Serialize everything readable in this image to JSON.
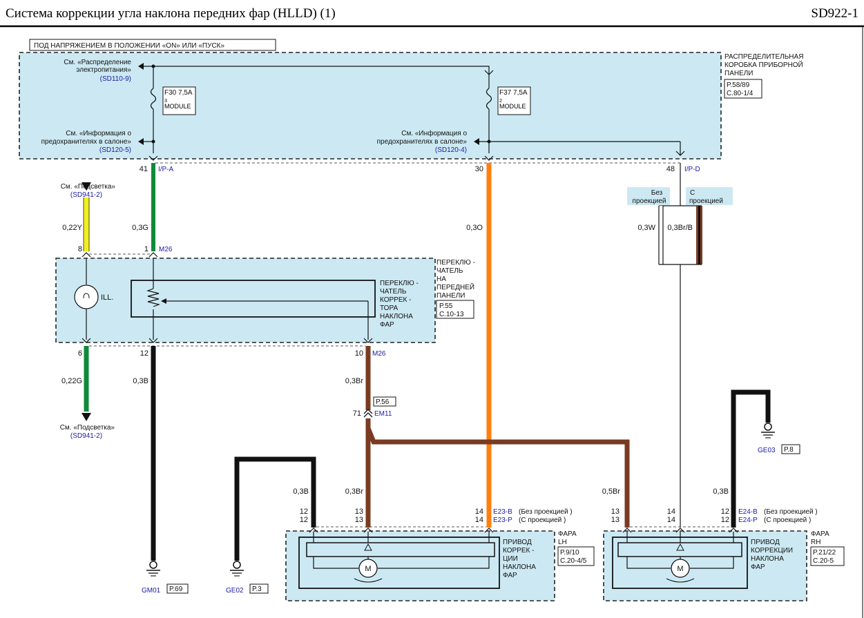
{
  "header": {
    "title": "Система    коррекции    угла  наклона    передних    фар (HLLD) (1)",
    "code": "SD922-1"
  },
  "power_label": "ПОД НАПРЯЖЕНИЕМ  В ПОЛОЖЕНИИ  «ON» ИЛИ «ПУСК»",
  "junction_box": {
    "name_lines": [
      "РАСПРЕДЕЛИТЕЛЬНАЯ",
      "КОРОБКА  ПРИБОРНОЙ",
      "ПАНЕЛИ"
    ],
    "ref_lines": [
      "P.58/89",
      "C.80-1/4"
    ],
    "fuse1": {
      "rating": "F30 7,5A",
      "num": "3",
      "name": "MODULE"
    },
    "fuse2": {
      "rating": "F37 7,5A",
      "num": "2",
      "name": "MODULE"
    },
    "ref_power": {
      "lines": [
        "См. «Распределение",
        "электропитания»"
      ],
      "code": "(SD110-9)"
    },
    "ref_fuse_left": {
      "lines": [
        "См. «Информация    о",
        "предохранителях     в салоне»"
      ],
      "code": "(SD120-5)"
    },
    "ref_fuse_right": {
      "lines": [
        "См. «Информация    о",
        "предохранителях     в салоне»"
      ],
      "code": "(SD120-4)"
    },
    "pin_41": "41",
    "conn_ipa": "I/P-A",
    "pin_30": "30",
    "pin_48": "48",
    "conn_ipd": "I/P-D"
  },
  "wires": {
    "w_03g": "0,3G",
    "w_03o": "0,3O",
    "w_022y": "0,22Y",
    "w_03w": "0,3W",
    "w_03brb": "0,3Br/B",
    "w_022g": "0,22G",
    "w_03b_gm01": "0,3B",
    "w_03br_sw": "0,3Br",
    "w_03b_ge02": "0,3B",
    "w_03br_lh": "0,3Br",
    "w_05br": "0,5Br",
    "w_03b_ge03": "0,3B"
  },
  "variants": {
    "no_proj": [
      "Без",
      "проекцией"
    ],
    "with_proj": [
      "С",
      "проекцией"
    ]
  },
  "illum_top": {
    "lines": [
      "См. «Подсветка»"
    ],
    "code": "(SD941-2)"
  },
  "illum_bottom": {
    "lines": [
      "См. «Подсветка»"
    ],
    "code": "(SD941-2)"
  },
  "switch": {
    "name_lines": [
      "ПЕРЕКЛЮ -",
      "ЧАТЕЛЬ",
      "НА",
      "ПЕРЕДНЕЙ",
      "ПАНЕЛИ"
    ],
    "ref_lines": [
      "P.55",
      "C.10-13"
    ],
    "inner_lines": [
      "ПЕРЕКЛЮ -",
      "ЧАТЕЛЬ",
      "КОРРЕК  -",
      "ТОРА",
      "НАКЛОНА",
      "ФАР"
    ],
    "ill": "ILL.",
    "pin_8": "8",
    "pin_1": "1",
    "conn_m26": "M26",
    "pin_6": "6",
    "pin_12": "12",
    "pin_10": "10",
    "conn_m26b": "M26"
  },
  "em11": {
    "pin": "71",
    "conn": "EM11",
    "ref": "P.56"
  },
  "lh": {
    "name_lines": [
      "ФАРА",
      "LH"
    ],
    "ref_lines": [
      "P.9/10",
      "C.20-4/5"
    ],
    "inner_lines": [
      "ПРИВОД",
      "КОРРЕК  -",
      "ЦИИ",
      "НАКЛОНА",
      "ФАР"
    ],
    "conn_b": "E23-B",
    "conn_b_note": "(Без  проекцией  )",
    "conn_p": "E23-P",
    "conn_p_note": "(С  проекцией  )",
    "pins": {
      "a1": "12",
      "a2": "12",
      "b1": "13",
      "b2": "13",
      "c1": "14",
      "c2": "14"
    }
  },
  "rh": {
    "name_lines": [
      "ФАРА",
      "RH"
    ],
    "ref_lines": [
      "P.21/22",
      "C.20-5"
    ],
    "inner_lines": [
      "ПРИВОД",
      "КОРРЕКЦИИ",
      "НАКЛОНА",
      "ФАР"
    ],
    "conn_b": "E24-B",
    "conn_b_note": "(Без  проекцией  )",
    "conn_p": "E24-P",
    "conn_p_note": "(С  проекцией  )",
    "pins": {
      "a1": "13",
      "a2": "13",
      "b1": "14",
      "b2": "14",
      "c1": "12",
      "c2": "12"
    }
  },
  "motor": "M",
  "grounds": {
    "gm01": {
      "name": "GM01",
      "ref": "P.69"
    },
    "ge02": {
      "name": "GE02",
      "ref": "P.3"
    },
    "ge03": {
      "name": "GE03",
      "ref": "P.8"
    }
  },
  "colors": {
    "green": "#0e8a3a",
    "orange": "#ff7f0e",
    "brown": "#7a3b22",
    "yellow": "#f2ef1e",
    "black": "#111111",
    "panel": "#cce9f3"
  }
}
